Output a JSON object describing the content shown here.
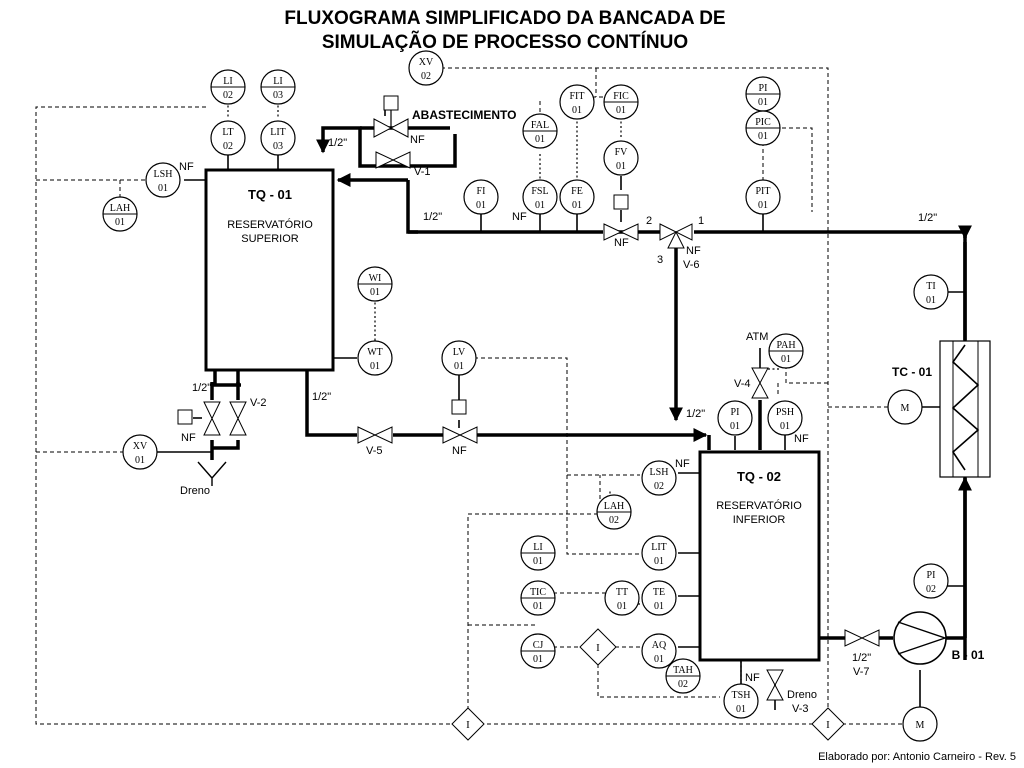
{
  "title": {
    "line1": "FLUXOGRAMA SIMPLIFICADO DA BANCADA DE",
    "line2": "SIMULAÇÃO DE PROCESSO CONTÍNUO"
  },
  "tanks": {
    "tq01": {
      "tag": "TQ - 01",
      "line1": "RESERVATÓRIO",
      "line2": "SUPERIOR"
    },
    "tq02": {
      "tag": "TQ - 02",
      "line1": "RESERVATÓRIO",
      "line2": "INFERIOR"
    },
    "tc01": "TC - 01",
    "b01": "B - 01"
  },
  "instruments": [
    {
      "id": "li02",
      "tag": "LI",
      "num": "02",
      "line": true
    },
    {
      "id": "li03",
      "tag": "LI",
      "num": "03",
      "line": true
    },
    {
      "id": "lt02",
      "tag": "LT",
      "num": "02",
      "line": false
    },
    {
      "id": "lit03",
      "tag": "LIT",
      "num": "03",
      "line": false
    },
    {
      "id": "lsh01",
      "tag": "LSH",
      "num": "01",
      "line": false
    },
    {
      "id": "lah01",
      "tag": "LAH",
      "num": "01",
      "line": true
    },
    {
      "id": "xv02",
      "tag": "XV",
      "num": "02",
      "line": false
    },
    {
      "id": "fal01",
      "tag": "FAL",
      "num": "01",
      "line": true
    },
    {
      "id": "fit01",
      "tag": "FIT",
      "num": "01",
      "line": false
    },
    {
      "id": "fic01",
      "tag": "FIC",
      "num": "01",
      "line": true
    },
    {
      "id": "fv01",
      "tag": "FV",
      "num": "01",
      "line": false
    },
    {
      "id": "pi01a",
      "tag": "PI",
      "num": "01",
      "line": true
    },
    {
      "id": "pic01",
      "tag": "PIC",
      "num": "01",
      "line": true
    },
    {
      "id": "pit01",
      "tag": "PIT",
      "num": "01",
      "line": false
    },
    {
      "id": "fi01",
      "tag": "FI",
      "num": "01",
      "line": false
    },
    {
      "id": "fsl01",
      "tag": "FSL",
      "num": "01",
      "line": false
    },
    {
      "id": "fe01",
      "tag": "FE",
      "num": "01",
      "line": false
    },
    {
      "id": "wi01",
      "tag": "WI",
      "num": "01",
      "line": true
    },
    {
      "id": "wt01",
      "tag": "WT",
      "num": "01",
      "line": false
    },
    {
      "id": "lv01",
      "tag": "LV",
      "num": "01",
      "line": false
    },
    {
      "id": "xv01",
      "tag": "XV",
      "num": "01",
      "line": false
    },
    {
      "id": "ti01",
      "tag": "TI",
      "num": "01",
      "line": false
    },
    {
      "id": "pah01",
      "tag": "PAH",
      "num": "01",
      "line": true
    },
    {
      "id": "pi01b",
      "tag": "PI",
      "num": "01",
      "line": false
    },
    {
      "id": "psh01",
      "tag": "PSH",
      "num": "01",
      "line": false
    },
    {
      "id": "lsh02",
      "tag": "LSH",
      "num": "02",
      "line": false
    },
    {
      "id": "lah02",
      "tag": "LAH",
      "num": "02",
      "line": true
    },
    {
      "id": "li01",
      "tag": "LI",
      "num": "01",
      "line": true
    },
    {
      "id": "lit01",
      "tag": "LIT",
      "num": "01",
      "line": false
    },
    {
      "id": "tic01",
      "tag": "TIC",
      "num": "01",
      "line": true
    },
    {
      "id": "tt01",
      "tag": "TT",
      "num": "01",
      "line": false
    },
    {
      "id": "te01",
      "tag": "TE",
      "num": "01",
      "line": false
    },
    {
      "id": "cj01",
      "tag": "CJ",
      "num": "01",
      "line": true
    },
    {
      "id": "aq01",
      "tag": "AQ",
      "num": "01",
      "line": false
    },
    {
      "id": "tah02",
      "tag": "TAH",
      "num": "02",
      "line": true
    },
    {
      "id": "tsh01",
      "tag": "TSH",
      "num": "01",
      "line": false
    },
    {
      "id": "pi02",
      "tag": "PI",
      "num": "02",
      "line": false
    },
    {
      "id": "m_tc",
      "tag": "M",
      "num": "",
      "line": false
    },
    {
      "id": "m_b",
      "tag": "M",
      "num": "",
      "line": false
    }
  ],
  "labels": {
    "abastecimento": "ABASTECIMENTO",
    "nf": "NF",
    "v1": "V-1",
    "v2": "V-2",
    "v3": "V-3",
    "v4": "V-4",
    "v5": "V-5",
    "v6": "V-6",
    "v7": "V-7",
    "half": "1/2\"",
    "dreno": "Dreno",
    "atm": "ATM",
    "port1": "1",
    "port2": "2",
    "port3": "3",
    "interlock": "I"
  },
  "footer": "Elaborado por: Antonio Carneiro - Rev. 5"
}
